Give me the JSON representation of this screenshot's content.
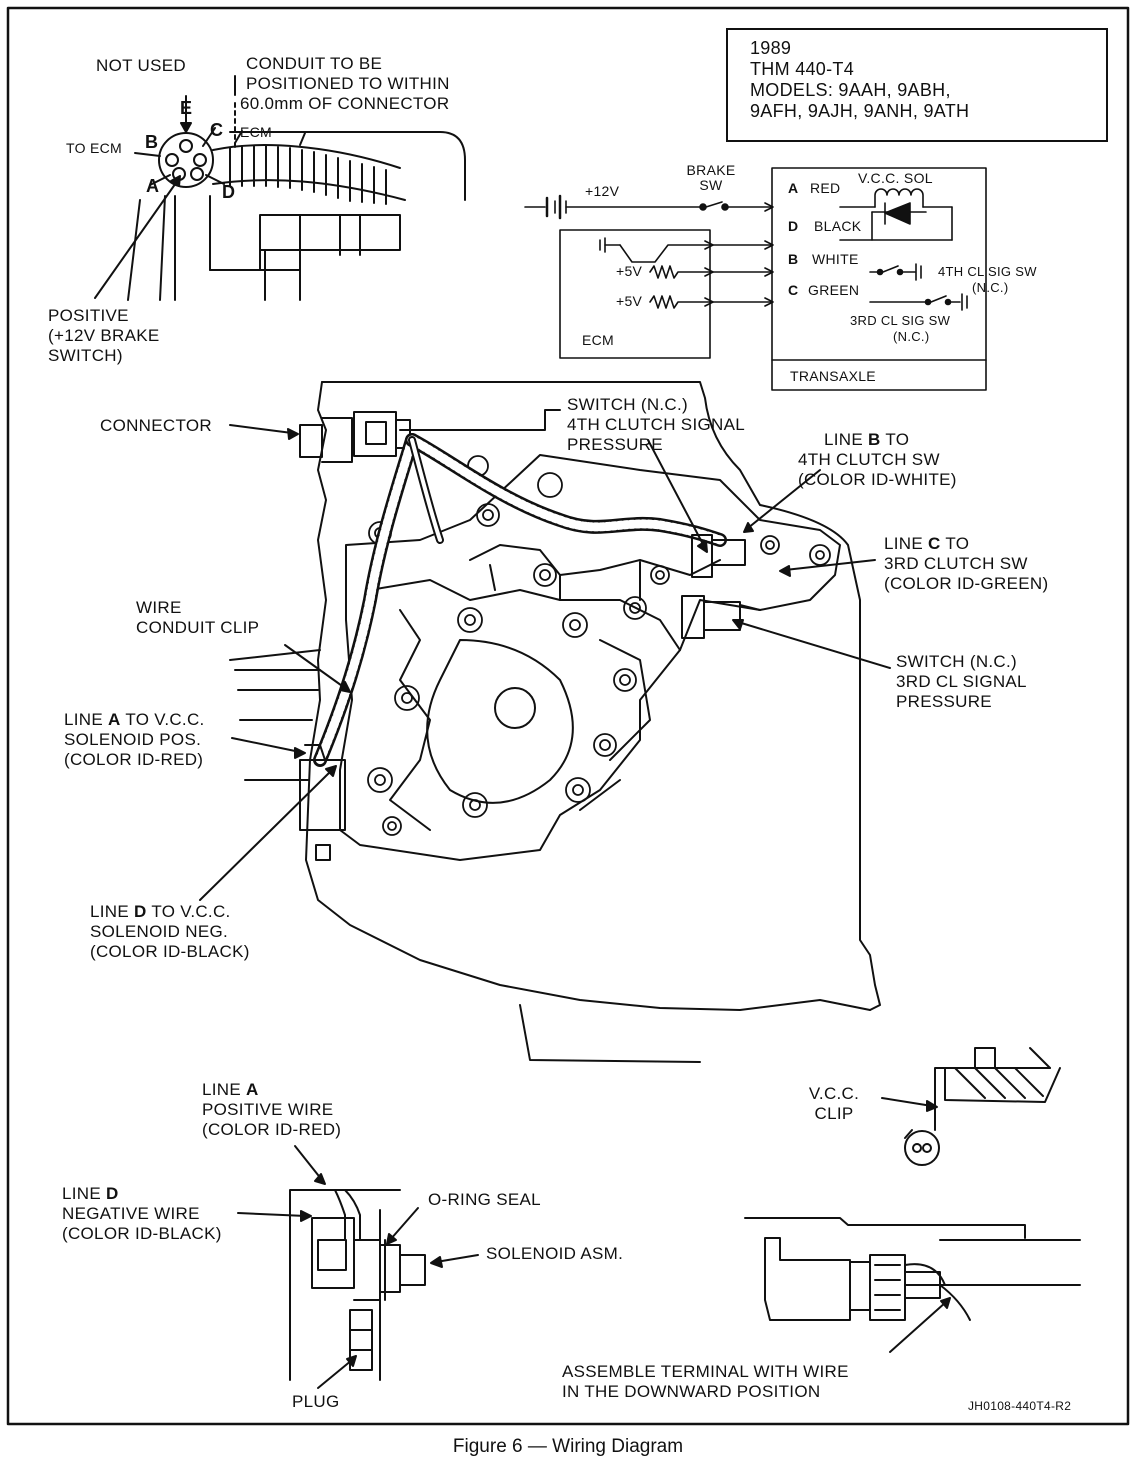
{
  "info_box": {
    "year": "1989",
    "transmission": "THM 440-T4",
    "models_line1": "MODELS: 9AAH, 9ABH,",
    "models_line2": "9AFH, 9AJH, 9ANH, 9ATH"
  },
  "connector_detail": {
    "not_used": "NOT USED",
    "pin_e": "E",
    "pin_b": "B",
    "pin_c": "C",
    "pin_a": "A",
    "pin_d": "D",
    "to_ecm": "TO ECM",
    "ecm": "ECM",
    "conduit_note": [
      "CONDUIT TO BE",
      "POSITIONED TO WITHIN",
      "60.0mm OF CONNECTOR"
    ],
    "positive": [
      "POSITIVE",
      "(+12V BRAKE",
      "SWITCH)"
    ]
  },
  "schematic": {
    "plus12v": "+12V",
    "brake_sw": [
      "BRAKE",
      "SW"
    ],
    "pin_a": "A",
    "red": "RED",
    "vcc_sol": "V.C.C. SOL",
    "pin_d": "D",
    "black": "BLACK",
    "pin_b": "B",
    "white": "WHITE",
    "pin_c": "C",
    "green": "GREEN",
    "plus5v_1": "+5V",
    "plus5v_2": "+5V",
    "sw4": "4TH CL SIG SW",
    "sw4_nc": "(N.C.)",
    "sw3": "3RD CL SIG SW",
    "sw3_nc": "(N.C.)",
    "ecm": "ECM",
    "transaxle": "TRANSAXLE"
  },
  "main_labels": {
    "connector": "CONNECTOR",
    "switch4": [
      "SWITCH (N.C.)",
      "4TH CLUTCH SIGNAL",
      "PRESSURE"
    ],
    "line_b_prefix": "LINE ",
    "line_b_letter": "B",
    "line_b_suffix": " TO",
    "line_b_rest": [
      "4TH CLUTCH SW",
      "(COLOR ID-WHITE)"
    ],
    "line_c_prefix": "LINE ",
    "line_c_letter": "C",
    "line_c_suffix": " TO",
    "line_c_rest": [
      "3RD CLUTCH SW",
      "(COLOR ID-GREEN)"
    ],
    "switch3": [
      "SWITCH (N.C.)",
      "3RD CL SIGNAL",
      "PRESSURE"
    ],
    "wire_clip": [
      "WIRE",
      "CONDUIT CLIP"
    ],
    "line_a_prefix": "LINE ",
    "line_a_letter": "A",
    "line_a_suffix": " TO V.C.C.",
    "line_a_rest": [
      "SOLENOID POS.",
      "(COLOR ID-RED)"
    ],
    "line_d_prefix": "LINE ",
    "line_d_letter": "D",
    "line_d_suffix": " TO V.C.C.",
    "line_d_rest": [
      "SOLENOID NEG.",
      "(COLOR ID-BLACK)"
    ]
  },
  "vcc_clip": [
    "V.C.C.",
    "CLIP"
  ],
  "solenoid_detail": {
    "line_a_word": "LINE ",
    "line_a_letter": "A",
    "line_a_rest": [
      "POSITIVE WIRE",
      "(COLOR ID-RED)"
    ],
    "line_d_word": "LINE ",
    "line_d_letter": "D",
    "line_d_rest": [
      "NEGATIVE WIRE",
      "(COLOR ID-BLACK)"
    ],
    "oring": "O-RING SEAL",
    "solenoid": "SOLENOID ASM.",
    "plug": "PLUG"
  },
  "terminal_note": [
    "ASSEMBLE TERMINAL WITH WIRE",
    "IN THE DOWNWARD POSITION"
  ],
  "part_code": "JH0108-440T4-R2",
  "caption": "Figure 6 — Wiring Diagram"
}
